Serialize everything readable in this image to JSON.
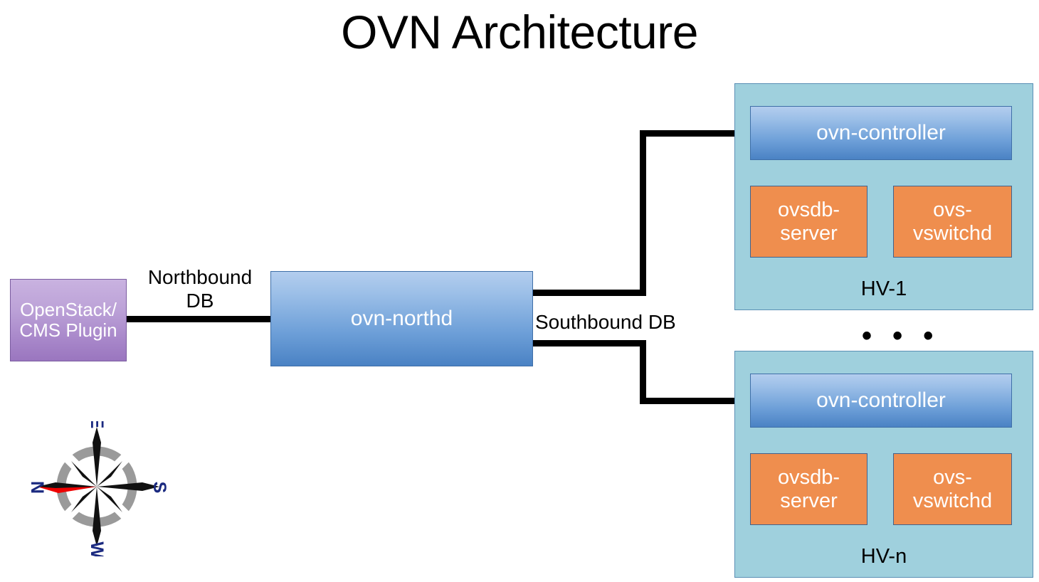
{
  "title": "OVN Architecture",
  "nodes": {
    "cms": {
      "label": "OpenStack/\nCMS Plugin",
      "color": "#a786c9"
    },
    "northd": {
      "label": "ovn-northd",
      "color": "#6d9fd8"
    },
    "hv1": {
      "name": "HV-1",
      "controller": "ovn-controller",
      "ovsdb": "ovsdb-\nserver",
      "vswitchd": "ovs-\nvswitchd"
    },
    "hvn": {
      "name": "HV-n",
      "controller": "ovn-controller",
      "ovsdb": "ovsdb-\nserver",
      "vswitchd": "ovs-\nvswitchd"
    }
  },
  "edges": {
    "northbound": "Northbound\nDB",
    "southbound": "Southbound DB"
  },
  "ellipsis": "• • •",
  "compass": {
    "top": "E",
    "right": "S",
    "bottom": "W",
    "left": "N",
    "ring_color": "#999999",
    "needle_color": "#ee0000",
    "letter_color": "#1b2a80"
  },
  "colors": {
    "blue_gradient_top": "#b3cdee",
    "blue_gradient_bottom": "#4a82c4",
    "orange": "#ef8e4e",
    "purple": "#a786c9",
    "hv_container": "#9fd0dd",
    "line": "#000000",
    "text_on_fill": "#ffffff"
  }
}
